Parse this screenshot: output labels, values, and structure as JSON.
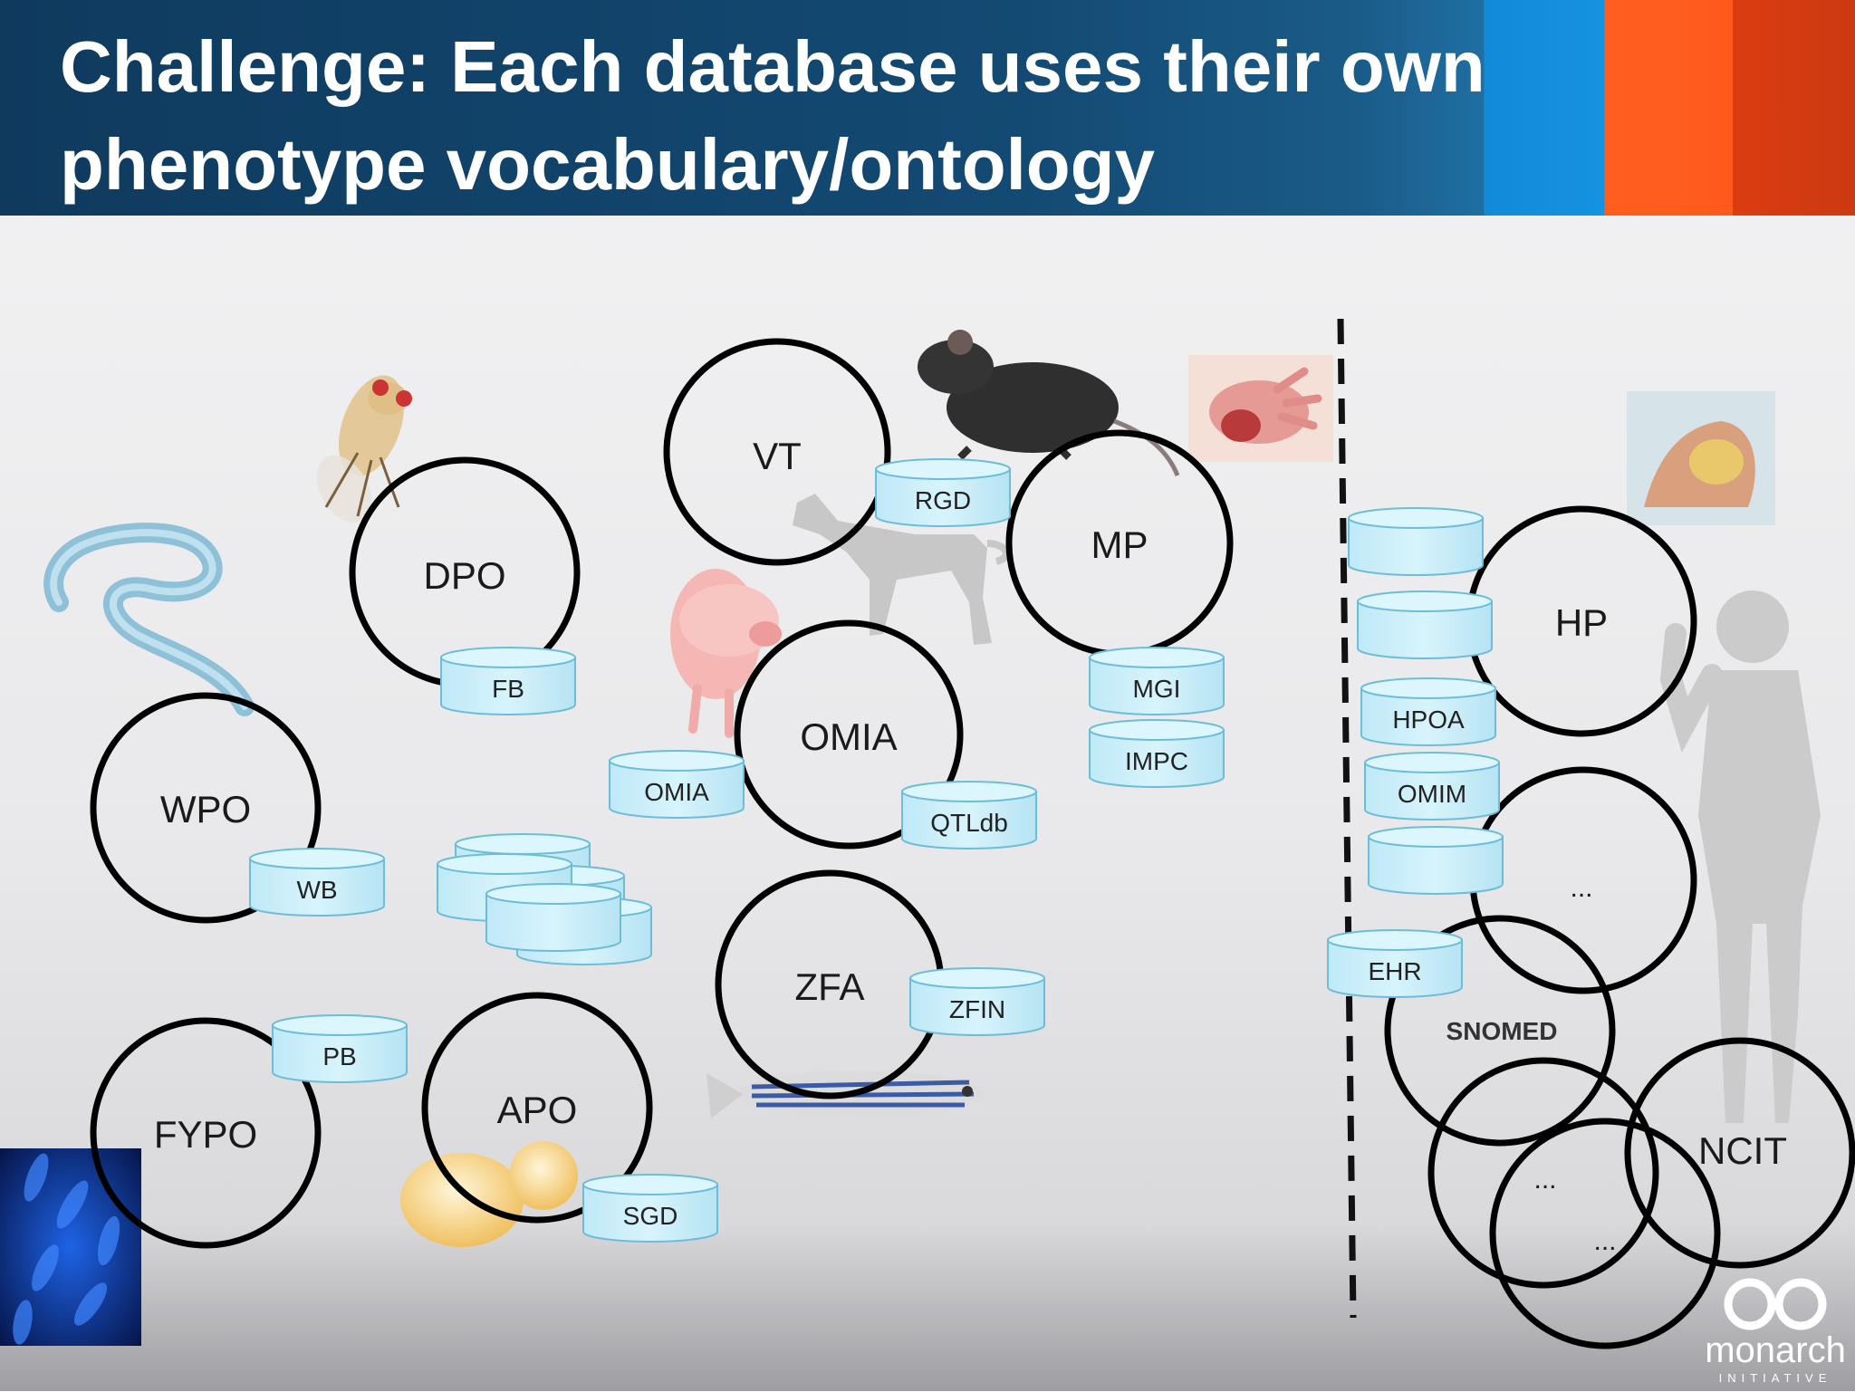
{
  "title": {
    "line1": "Challenge: Each database uses their own",
    "line2": "phenotype vocabulary/ontology"
  },
  "ontologies": {
    "vt": "VT",
    "dpo": "DPO",
    "mp": "MP",
    "omia": "OMIA",
    "wpo": "WPO",
    "zfa": "ZFA",
    "fypo": "FYPO",
    "apo": "APO",
    "hp": "HP",
    "human_other": "...",
    "snomed": "SNOMED",
    "ncit": "NCIT",
    "other1": "...",
    "other2": "..."
  },
  "databases": {
    "rgd": "RGD",
    "fb": "FB",
    "mgi": "MGI",
    "impc": "IMPC",
    "omia": "OMIA",
    "qtldb": "QTLdb",
    "wb": "WB",
    "zfin": "ZFIN",
    "pb": "PB",
    "sgd": "SGD",
    "hpoa": "HPOA",
    "omim": "OMIM",
    "ehr": "EHR"
  },
  "logo": {
    "name": "monarch",
    "tagline": "INITIATIVE"
  },
  "colors": {
    "title_bg": "#0f3a5e",
    "cylinder_fill": "#c9eef9",
    "cylinder_stroke": "#5fb1d1",
    "circle_stroke": "#000000"
  }
}
